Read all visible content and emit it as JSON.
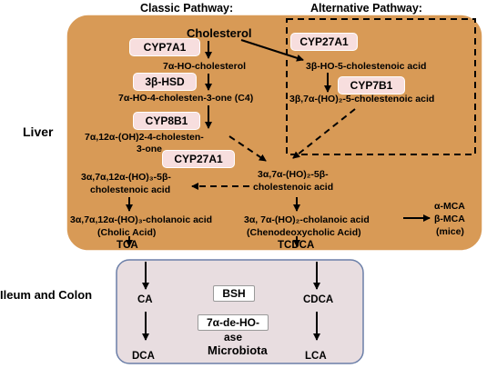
{
  "headers": {
    "classic": "Classic Pathway:",
    "alternative": "Alternative  Pathway:"
  },
  "regions": {
    "liver": "Liver",
    "ileum": "Ileum and Colon",
    "microbiota": "Microbiota"
  },
  "compounds": {
    "cholesterol": "Cholesterol",
    "hydroxycholesterol": "7α-HO-cholesterol",
    "c4": "7α-HO-4-cholesten-3-one (C4)",
    "dihydroxy_cholestenone_l1": "7α,12α-(OH)2-4-cholesten-",
    "dihydroxy_cholestenone_l2": "3-one",
    "trihydroxy_acid_l1": "3α,7α,12α-(HO)₃-5β-",
    "trihydroxy_acid_l2": "cholestenoic acid",
    "cholic_l1": "3α,7α,12α-(HO)₃-cholanoic acid",
    "cholic_l2": "(Cholic Acid)",
    "tca": "TCA",
    "alt1": "3β-HO-5-cholestenoic acid",
    "alt2": "3β,7α-(HO)₂-5-cholestenoic acid",
    "dihydroxy_acid_l1": "3α,7α-(HO)₂-5β-",
    "dihydroxy_acid_l2": "cholestenoic acid",
    "cdca_l1": "3α, 7α-(HO)₂-cholanoic acid",
    "cdca_l2": "(Chenodeoxycholic Acid)",
    "tcdca": "TCDCA",
    "mca_l1": "α-MCA",
    "mca_l2": "β-MCA",
    "mca_l3": "(mice)",
    "ca": "CA",
    "dca": "DCA",
    "cdca": "CDCA",
    "lca": "LCA"
  },
  "enzymes": {
    "cyp7a1": "CYP7A1",
    "hsd": "3β-HSD",
    "cyp8b1": "CYP8B1",
    "cyp27a1_classic": "CYP27A1",
    "cyp27a1_alt": "CYP27A1",
    "cyp7b1": "CYP7B1",
    "bsh": "BSH",
    "dehydroxylase": "7α-de-HO-ase"
  },
  "colors": {
    "liver_fill": "#d89a56",
    "microbiota_fill": "#e8dde0",
    "microbiota_border": "#6b7fa8",
    "enzyme_fill": "#f7dede"
  }
}
